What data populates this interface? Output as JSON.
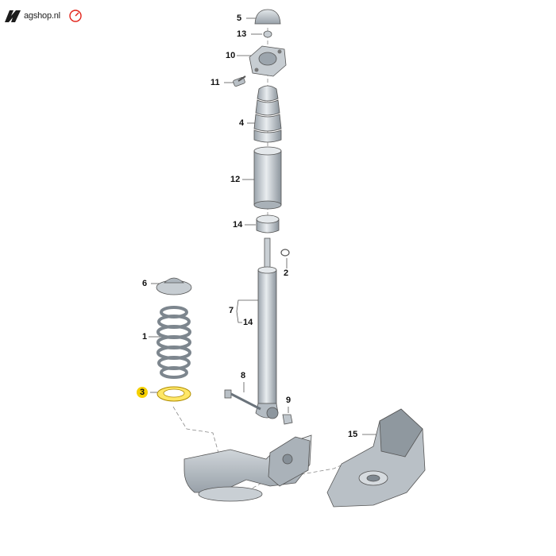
{
  "brand": {
    "logo_text": "agshop.nl",
    "accent": "#e2231a"
  },
  "highlight_color": "#f5d000",
  "part_labels": {
    "p1": "1",
    "p2": "2",
    "p3": "3",
    "p4": "4",
    "p5": "5",
    "p6": "6",
    "p7": "7",
    "p8": "8",
    "p9": "9",
    "p10": "10",
    "p11": "11",
    "p12": "12",
    "p13": "13",
    "p14a": "14",
    "p14b": "14",
    "p15": "15"
  },
  "highlighted_part": "3"
}
